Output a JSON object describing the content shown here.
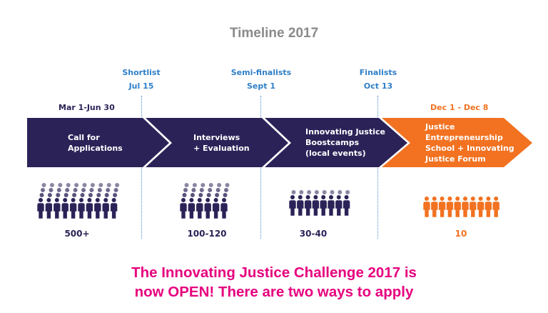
{
  "title": "Timeline 2017",
  "colors": {
    "navy": "#2b2358",
    "orange": "#f27221",
    "milestone_blue": "#2f7fc8",
    "title_gray": "#8a8a8a",
    "announce_magenta": "#e6007e"
  },
  "milestones": [
    {
      "label": "Shortlist",
      "date": "Jul 15"
    },
    {
      "label": "Semi-finalists",
      "date": "Sept 1"
    },
    {
      "label": "Finalists",
      "date": "Oct 13"
    }
  ],
  "stages": [
    {
      "date_range": "Mar 1-Jun 30",
      "lines": [
        "Call for",
        "Applications"
      ],
      "count": "500+",
      "color": "navy",
      "people_rows": 4,
      "people_per_row": 10
    },
    {
      "date_range": "",
      "lines": [
        "Interviews",
        "+ Evaluation"
      ],
      "count": "100-120",
      "color": "navy",
      "people_rows": 4,
      "people_per_row": 6
    },
    {
      "date_range": "",
      "lines": [
        "Innovating Justice",
        "Boostcamps",
        "(local events)"
      ],
      "count": "30-40",
      "color": "navy",
      "people_rows": 2,
      "people_per_row": 8
    },
    {
      "date_range": "Dec 1 - Dec 8",
      "lines": [
        "Justice",
        "Entrepreneurship",
        "School + Innovating",
        "Justice Forum"
      ],
      "count": "10",
      "color": "orange",
      "people_rows": 1,
      "people_per_row": 10
    }
  ],
  "announcement": {
    "line1": "The Innovating Justice Challenge 2017 is",
    "line2": "now OPEN! There are two ways to apply"
  }
}
